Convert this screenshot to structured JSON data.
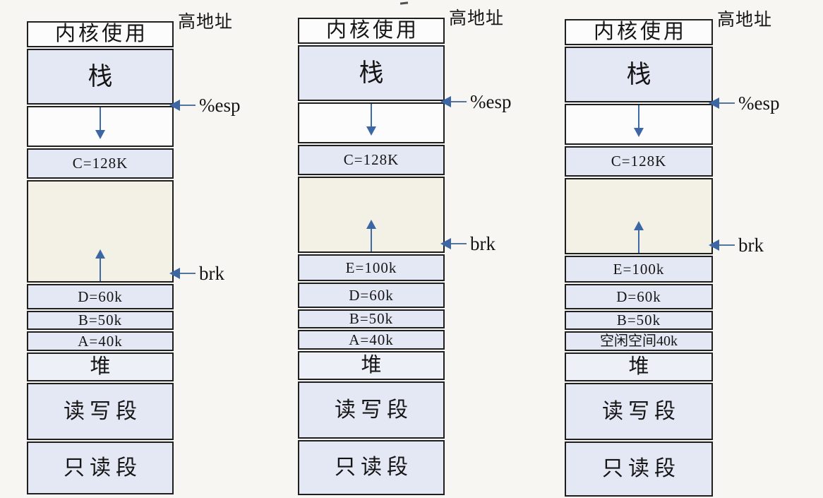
{
  "labels": {
    "high_address": "高地址",
    "esp": "%esp",
    "brk": "brk"
  },
  "colors": {
    "background": "#f7f6f3",
    "box_border": "#1f1f1f",
    "fill_blue": "#e3e8f4",
    "fill_white": "#fcfcfc",
    "fill_beige": "#f3f0e6",
    "fill_heap": "#edf0f7",
    "arrow_blue": "#3c67a4",
    "text": "#151515"
  },
  "columns": [
    {
      "name": "memory-snapshot-1",
      "rows": [
        {
          "label": "内核使用"
        },
        {
          "label": "栈"
        },
        {
          "label": ""
        },
        {
          "label": "C=128K"
        },
        {
          "label": ""
        },
        {
          "label": "D=60k"
        },
        {
          "label": "B=50k"
        },
        {
          "label": "A=40k"
        },
        {
          "label": "堆"
        },
        {
          "label": "读写段"
        },
        {
          "label": "只读段"
        }
      ]
    },
    {
      "name": "memory-snapshot-2",
      "rows": [
        {
          "label": "内核使用"
        },
        {
          "label": "栈"
        },
        {
          "label": ""
        },
        {
          "label": "C=128K"
        },
        {
          "label": ""
        },
        {
          "label": "E=100k"
        },
        {
          "label": "D=60k"
        },
        {
          "label": "B=50k"
        },
        {
          "label": "A=40k"
        },
        {
          "label": "堆"
        },
        {
          "label": "读写段"
        },
        {
          "label": "只读段"
        }
      ]
    },
    {
      "name": "memory-snapshot-3",
      "rows": [
        {
          "label": "内核使用"
        },
        {
          "label": "栈"
        },
        {
          "label": ""
        },
        {
          "label": "C=128K"
        },
        {
          "label": ""
        },
        {
          "label": "E=100k"
        },
        {
          "label": "D=60k"
        },
        {
          "label": "B=50k"
        },
        {
          "label": "空闲空间40k"
        },
        {
          "label": "堆"
        },
        {
          "label": "读写段"
        },
        {
          "label": "只读段"
        }
      ]
    }
  ]
}
